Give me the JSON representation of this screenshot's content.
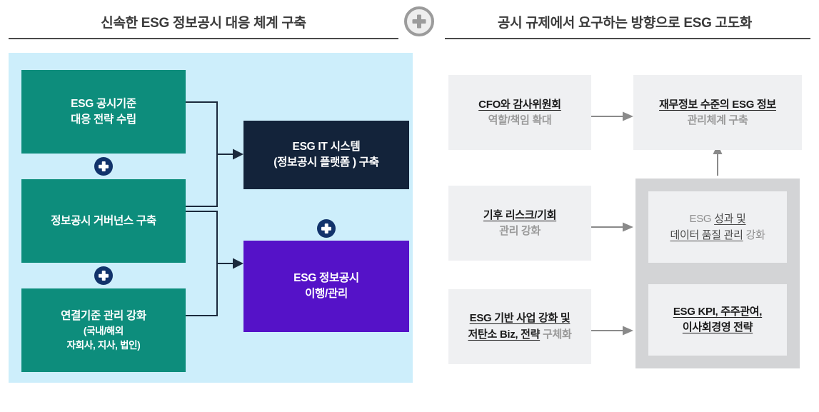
{
  "headers": {
    "left_title": "신속한 ESG 정보공시 대응 체계 구축",
    "right_title": "공시 규제에서 요구하는 방향으로 ESG 고도화",
    "plus_icon": "plus-circle-icon"
  },
  "left_panel": {
    "green_boxes": [
      {
        "line1": "ESG 공시기준",
        "line2": "대응 전략 수립"
      },
      {
        "line1": "정보공시 거버넌스 구축",
        "line2": ""
      },
      {
        "line1": "연결기준 관리 강화",
        "line2": "(국내/해외",
        "line3": "자회사, 지사, 법인)"
      }
    ],
    "plus_badges": [
      {
        "icon": "plus-badge-icon"
      },
      {
        "icon": "plus-badge-icon"
      },
      {
        "icon": "plus-badge-icon"
      }
    ],
    "navy_box": {
      "line1": "ESG IT 시스템",
      "line2": "(정보공시 플랫폼 ) 구축"
    },
    "purple_box": {
      "line1": "ESG 정보공시",
      "line2": "이행/관리"
    },
    "colors": {
      "panel_bg": "#cdeefb",
      "green": "#0d8d7c",
      "navy": "#13233a",
      "purple": "#5512c8",
      "badge": "#12336b",
      "connector": "#1b2a3d"
    }
  },
  "right_panel": {
    "left_column": [
      {
        "line1_dark": "CFO와 감사위원회",
        "line2_gray": "역할/책임 확대"
      },
      {
        "line1_dark": "기후 리스크/기회",
        "line2_gray": "관리 강화"
      },
      {
        "line1_dark": "ESG 기반 사업 강화 및",
        "line2_dark": "저탄소 Biz, 전략",
        "line2_gray": " 구체화"
      }
    ],
    "right_column": [
      {
        "line1_dark": "재무정보 수준의 ESG 정보",
        "line2_gray": "관리체계 구축"
      },
      {
        "line1_pre": "ESG ",
        "line1_u": "성과 및",
        "line2_u": "데이터 품질 관리",
        "line2_post": " 강화"
      },
      {
        "line1_dark": "ESG KPI, 주주관여,",
        "line2_dark": "이사회경영 전략"
      }
    ],
    "colors": {
      "box_bg": "#eff0f2",
      "outer_bg": "#d3d4d6",
      "arrow": "#8a8a8a",
      "dark_text": "#1b1b1b",
      "gray_text": "#9a9a9a"
    }
  }
}
